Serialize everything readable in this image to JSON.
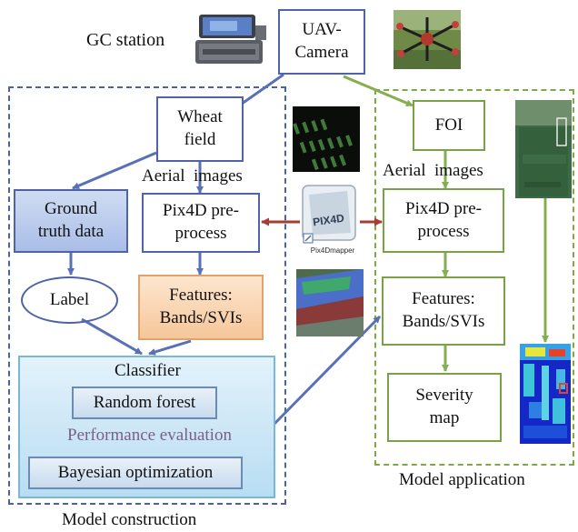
{
  "top": {
    "gc_station": "GC station",
    "uav_camera": [
      "UAV-",
      "Camera"
    ]
  },
  "construction": {
    "caption": "Model construction",
    "wheat_field": [
      "Wheat",
      "field"
    ],
    "aerial_images_left": "Aerial  images",
    "ground_truth": [
      "Ground",
      "truth data"
    ],
    "pix4d_left": [
      "Pix4D pre-",
      "process"
    ],
    "label": "Label",
    "features_left": [
      "Features:",
      "Bands/SVIs"
    ],
    "classifier": {
      "title": "Classifier",
      "random_forest": "Random forest",
      "performance": "Performance evaluation",
      "bayesian": "Bayesian optimization"
    }
  },
  "application": {
    "caption": "Model application",
    "foi": "FOI",
    "aerial_images_right": "Aerial  images",
    "pix4d_right": [
      "Pix4D pre-",
      "process"
    ],
    "features_right": [
      "Features:",
      "Bands/SVIs"
    ],
    "severity_map": [
      "Severity",
      "map"
    ]
  },
  "pix4d_logo": {
    "logo_text": "PIX4D",
    "caption": "Pix4Dmapper"
  },
  "colors": {
    "blue_border": "#4f63a6",
    "blue_arrow": "#5870b6",
    "green_border": "#79a244",
    "green_arrow": "#85ad52",
    "red_arrow": "#a63c33",
    "performance_text": "#7d5f86"
  }
}
